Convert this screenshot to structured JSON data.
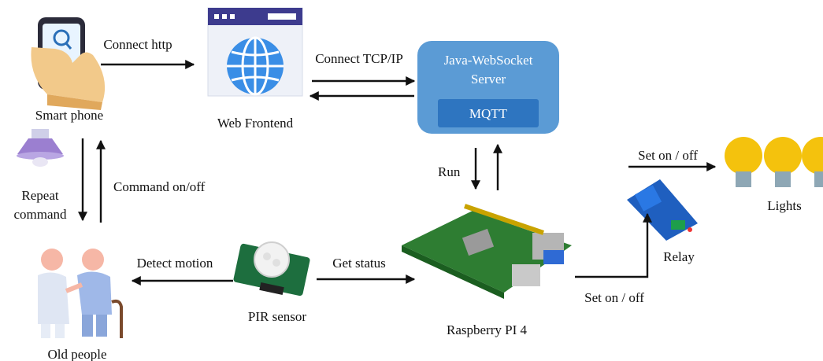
{
  "nodes": {
    "smartphone": {
      "label": "Smart phone"
    },
    "web_frontend": {
      "label": "Web Frontend"
    },
    "server": {
      "title_line1": "Java-WebSocket",
      "title_line2": "Server",
      "inner_label": "MQTT"
    },
    "repeat_command": {
      "label_line1": "Repeat",
      "label_line2": "command"
    },
    "old_people": {
      "label": "Old people"
    },
    "pir_sensor": {
      "label": "PIR sensor"
    },
    "raspberry_pi": {
      "label": "Raspberry PI 4"
    },
    "relay": {
      "label": "Relay"
    },
    "lights": {
      "label": "Lights"
    }
  },
  "edges": {
    "connect_http": "Connect http",
    "connect_tcpip": "Connect TCP/IP",
    "command_onoff": "Command on/off",
    "run": "Run",
    "set_onoff_lights": "Set on / off",
    "set_onoff_relay": "Set on / off",
    "detect_motion": "Detect motion",
    "get_status": "Get status"
  },
  "colors": {
    "server_fill": "#5b9bd5",
    "mqtt_fill": "#2e75c0",
    "browser_bar": "#3d3b8e",
    "globe": "#3a8ee6",
    "bulb": "#f4c20d",
    "relay_board": "#1f5fbf",
    "pi_board": "#2e7d32"
  }
}
